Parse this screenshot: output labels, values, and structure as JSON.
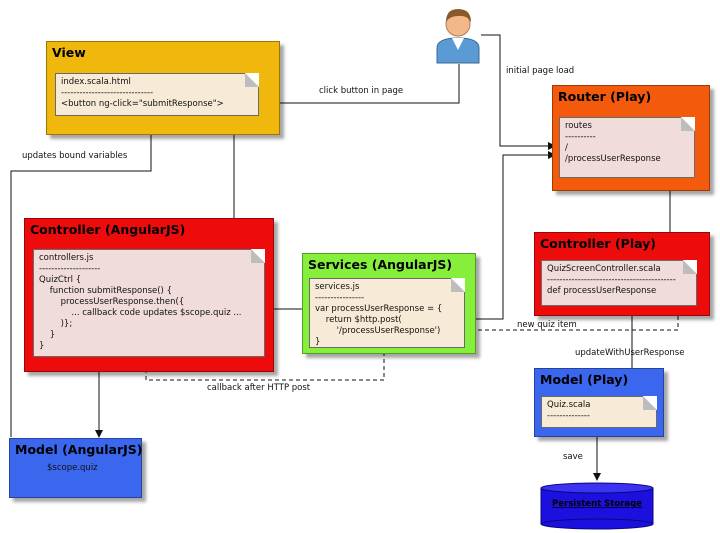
{
  "colors": {
    "view": "#f0b70c",
    "router": "#f45a0c",
    "controller_angular": "#ee0b0b",
    "services": "#86ef3c",
    "controller_play": "#ee0b0b",
    "model_play": "#3b67ef",
    "model_angular": "#3b67ef",
    "storage": "#1b10dd"
  },
  "view": {
    "title": "View",
    "note_lines": [
      "index.scala.html",
      "------------------------------",
      "<button ng-click=\"submitResponse\">"
    ]
  },
  "router": {
    "title": "Router (Play)",
    "note_lines": [
      "routes",
      "----------",
      "/",
      "/processUserResponse"
    ]
  },
  "controller_angular": {
    "title": "Controller (AngularJS)",
    "note_lines": [
      "controllers.js",
      "--------------------",
      "QuizCtrl {",
      "    function submitResponse() {",
      "        processUserResponse.then({",
      "            ... callback code updates $scope.quiz ...",
      "        )};",
      "    }",
      "}"
    ]
  },
  "services": {
    "title": "Services (AngularJS)",
    "note_lines": [
      "services.js",
      "----------------",
      "var processUserResponse = {",
      "    return $http.post(",
      "        '/processUserResponse')",
      "}"
    ]
  },
  "controller_play": {
    "title": "Controller (Play)",
    "note_lines": [
      "QuizScreenController.scala",
      "------------------------------------------",
      "def processUserResponse"
    ]
  },
  "model_play": {
    "title": "Model (Play)",
    "note_lines": [
      "Quiz.scala",
      "--------------"
    ]
  },
  "model_angular": {
    "title": "Model (AngularJS)",
    "value": "$scope.quiz"
  },
  "storage": {
    "label": "Persistent Storage"
  },
  "edges": {
    "initial_page_load": "initial page load",
    "click_button": "click button in page",
    "updates_bound": "updates bound variables",
    "new_quiz_item": "new quiz item",
    "update_with_user_response": "updateWithUserResponse",
    "callback_after_post": "callback after HTTP post",
    "save": "save"
  }
}
